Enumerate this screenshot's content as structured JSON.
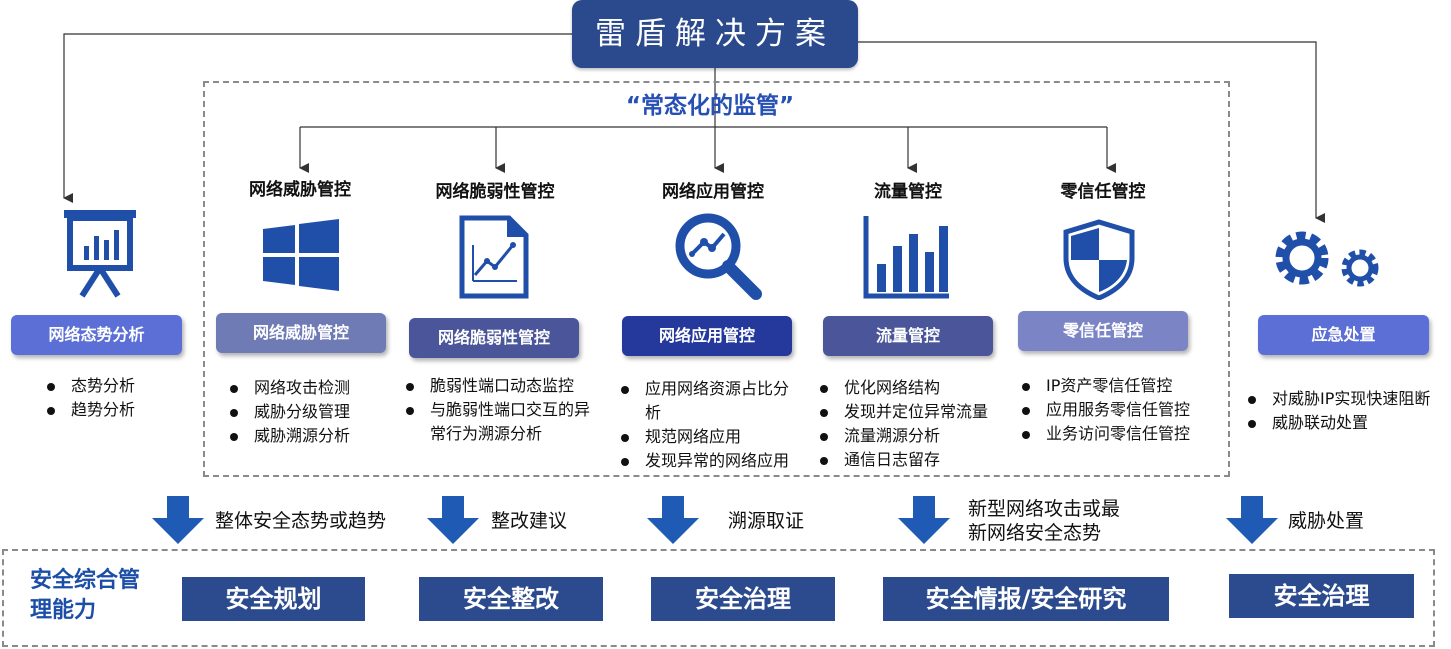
{
  "title": "雷盾解决方案",
  "subtitle": "“常态化的监管”",
  "left_panel": {
    "label": "网络态势分析",
    "icon": "presentation-chart-icon",
    "bullets": [
      "态势分析",
      "趋势分析"
    ]
  },
  "right_panel": {
    "label": "应急处置",
    "icon": "gears-icon",
    "bullets": [
      "对威胁IP实现快速阻断",
      "威胁联动处置"
    ]
  },
  "columns": [
    {
      "title": "网络威胁管控",
      "label": "网络威胁管控",
      "icon": "windows-logo-icon",
      "color": "#6e7bb5",
      "bullets": [
        "网络攻击检测",
        "威胁分级管理",
        "威胁溯源分析"
      ]
    },
    {
      "title": "网络脆弱性管控",
      "label": "网络脆弱性管控",
      "icon": "document-chart-icon",
      "color": "#4a5699",
      "bullets": [
        "脆弱性端口动态监控",
        "与脆弱性端口交互的异常行为溯源分析"
      ]
    },
    {
      "title": "网络应用管控",
      "label": "网络应用管控",
      "icon": "magnifier-chart-icon",
      "color": "#25399d",
      "bullets": [
        "应用网络资源占比分析",
        "规范网络应用",
        "发现异常的网络应用"
      ]
    },
    {
      "title": "流量管控",
      "label": "流量管控",
      "icon": "bar-chart-icon",
      "color": "#4a5699",
      "bullets": [
        "优化网络结构",
        "发现并定位异常流量",
        "流量溯源分析",
        "通信日志留存"
      ]
    },
    {
      "title": "零信任管控",
      "label": "零信任管控",
      "icon": "shield-icon",
      "color": "#7b85c6",
      "bullets": [
        "IP资产零信任管控",
        "应用服务零信任管控",
        "业务访问零信任管控"
      ]
    }
  ],
  "flows": [
    "整体安全态势或趋势",
    "整改建议",
    "溯源取证",
    "新型网络攻击或最新网络安全态势",
    "威胁处置"
  ],
  "capability": {
    "title": "安全综合管理能力",
    "items": [
      "安全规划",
      "安全整改",
      "安全治理",
      "安全情报/安全研究",
      "安全治理"
    ]
  },
  "colors": {
    "title_bg": "#2a4a8d",
    "accent_blue": "#1f4fa8",
    "subtitle": "#2750b5",
    "side_pill": "#5b6fd6",
    "capability_btn": "#2c4b8f"
  }
}
